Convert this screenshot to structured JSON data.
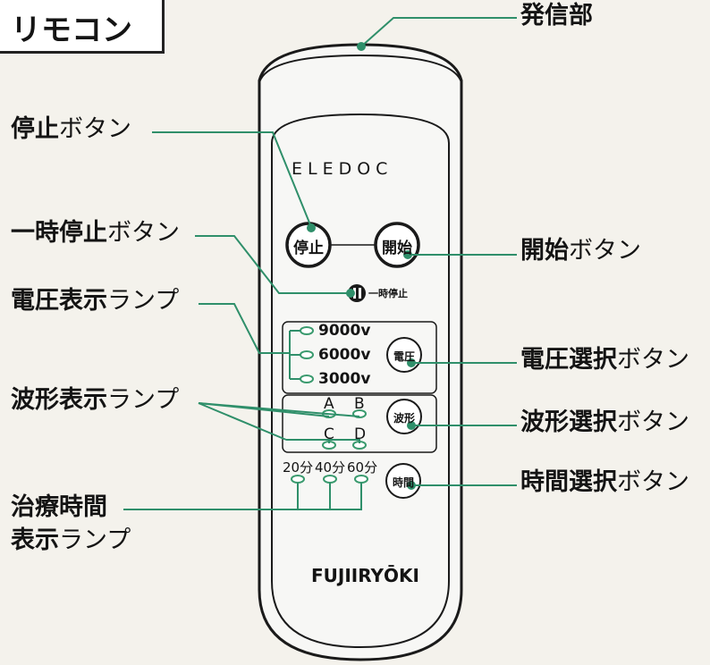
{
  "title": "リモコン",
  "labels": {
    "transmitter": "発信部",
    "stop_bold": "停止",
    "stop_rest": "ボタン",
    "pause_bold": "一時停止",
    "pause_rest": "ボタン",
    "voltage_lamp_bold": "電圧表示",
    "voltage_lamp_rest": "ランプ",
    "waveform_lamp_bold": "波形表示",
    "waveform_lamp_rest": "ランプ",
    "time_lamp_bold1": "治療時間",
    "time_lamp_bold2": "表示",
    "time_lamp_rest": "ランプ",
    "start_bold": "開始",
    "start_rest": "ボタン",
    "voltage_select_bold": "電圧選択",
    "voltage_select_rest": "ボタン",
    "waveform_select_bold": "波形選択",
    "waveform_select_rest": "ボタン",
    "time_select_bold": "時間選択",
    "time_select_rest": "ボタン"
  },
  "remote": {
    "brand": "ELEDOC",
    "maker": "FUJIIRYŌKI",
    "stop_button": "停止",
    "start_button": "開始",
    "pause_label": "一時停止",
    "voltages": [
      "9000v",
      "6000v",
      "3000v"
    ],
    "voltage_button": "電圧",
    "waveforms": [
      "A",
      "B",
      "C",
      "D"
    ],
    "waveform_button": "波形",
    "times": [
      "20分",
      "40分",
      "60分"
    ],
    "time_button": "時間"
  },
  "colors": {
    "leader": "#2f8f6a",
    "body": "#f7f7f5",
    "outline": "#1a1a1a",
    "lamp": "#3a9a6e"
  }
}
